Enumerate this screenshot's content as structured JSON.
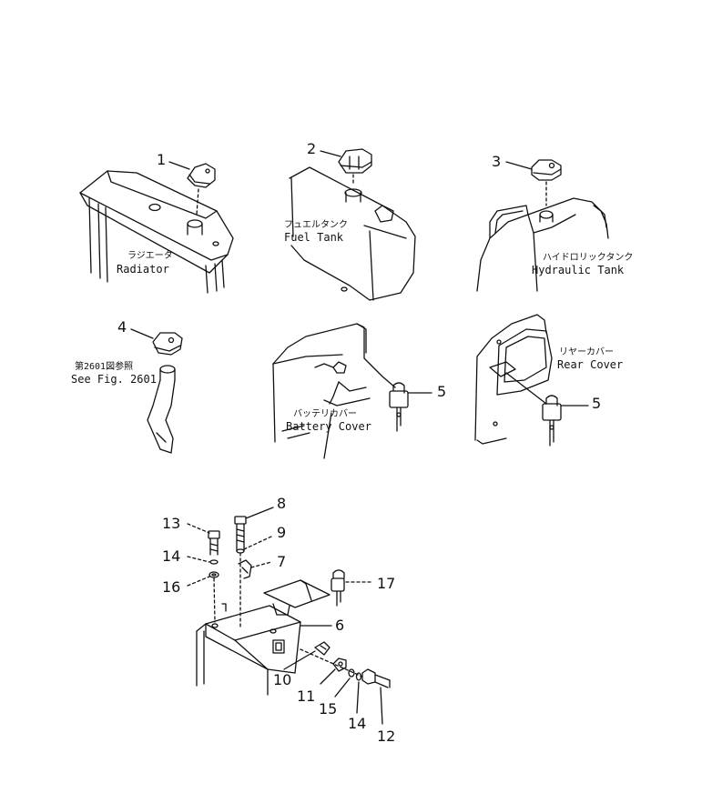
{
  "labels": {
    "radiator_jp": "ラジエータ",
    "radiator_en": "Radiator",
    "fuel_jp": "フュエルタンク",
    "fuel_en": "Fuel Tank",
    "hydraulic_jp": "ハイドロリックタンク",
    "hydraulic_en": "Hydraulic Tank",
    "see_fig_jp": "第2601図参照",
    "see_fig_en": "See Fig. 2601",
    "battery_jp": "バッテリカバー",
    "battery_en": "Battery Cover",
    "rear_jp": "リヤーカバー",
    "rear_en": "Rear Cover"
  },
  "callouts": {
    "c1": "1",
    "c2": "2",
    "c3": "3",
    "c4": "4",
    "c5a": "5",
    "c5b": "5",
    "c6": "6",
    "c7": "7",
    "c8": "8",
    "c9": "9",
    "c10": "10",
    "c11": "11",
    "c12": "12",
    "c13": "13",
    "c14a": "14",
    "c14b": "14",
    "c15": "15",
    "c16": "16",
    "c17": "17"
  }
}
